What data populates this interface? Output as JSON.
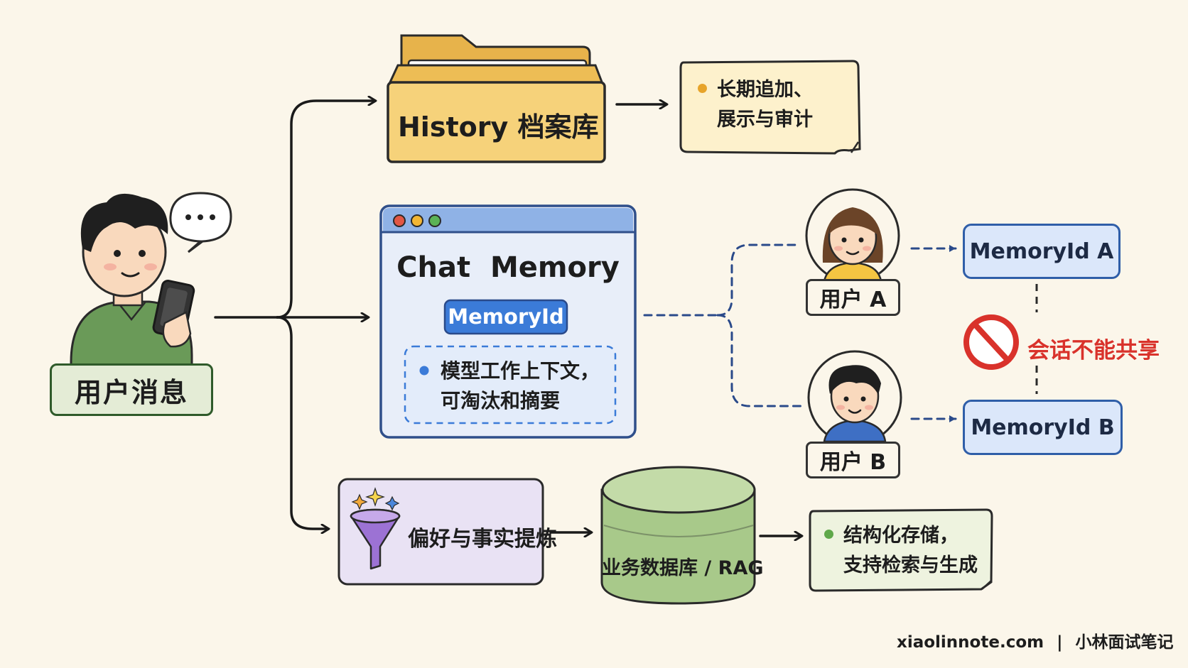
{
  "user_message": {
    "label": "用户消息"
  },
  "history": {
    "title": "History 档案库",
    "note_lines": [
      "长期追加、",
      "展示与审计"
    ]
  },
  "chat_memory": {
    "title": "Chat  Memory",
    "badge": "MemoryId",
    "note_lines": [
      "模型工作上下文，",
      "可淘汰和摘要"
    ]
  },
  "users": [
    {
      "label": "用户 A",
      "memory_id": "MemoryId A"
    },
    {
      "label": "用户 B",
      "memory_id": "MemoryId B"
    }
  ],
  "no_share": {
    "label": "会话不能共享"
  },
  "extraction": {
    "label": "偏好与事实提炼"
  },
  "database": {
    "label": "业务数据库 / RAG"
  },
  "storage_note": {
    "lines": [
      "结构化存储，",
      "支持检索与生成"
    ]
  },
  "footer": {
    "site": "xiaolinnote.com",
    "separator": "|",
    "brand": "小林面试笔记"
  },
  "colors": {
    "history_fill": "#f6d27a",
    "note_fill": "#fdf1cc",
    "memory_fill": "#e8eef9",
    "memory_header": "#8fb2e6",
    "badge_fill": "#3b7bd8",
    "extract_fill": "#e9e2f4",
    "db_fill": "#a8c98a",
    "green_note_fill": "#eef3df",
    "user_tag_fill": "#e4ecd6",
    "no_red": "#d9322b"
  }
}
